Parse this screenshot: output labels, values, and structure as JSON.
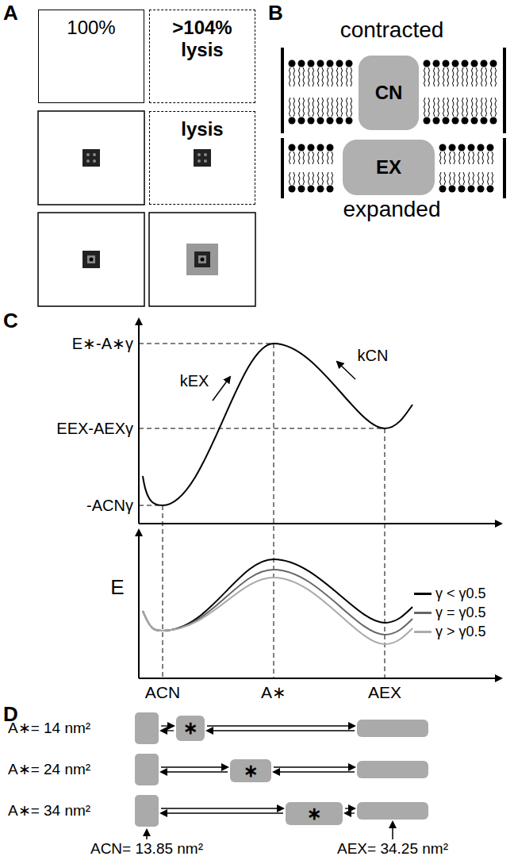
{
  "diagram": {
    "nodes": [
      {
        "text": [
          "100%"
        ]
      },
      {
        "text": [
          ">104%",
          "lysis"
        ]
      },
      {
        "text": [
          "lysis"
        ]
      },
      {
        "text": [
          "CN"
        ]
      },
      {
        "text": [
          "EX"
        ]
      },
      {
        "text": [
          "∗"
        ]
      },
      {
        "text": [
          "∗"
        ]
      },
      {
        "text": [
          "∗"
        ]
      }
    ],
    "labels": [
      "A",
      "B",
      "contracted",
      "expanded",
      "C",
      "E∗-A∗γ",
      "EEX-AEXγ",
      "-ACNγ",
      "kEX",
      "kCN",
      "E",
      "ACN",
      "A∗",
      "AEX",
      "D",
      "A∗= 14 nm²",
      "A∗= 24 nm²",
      "A∗= 34 nm²",
      "ACN= 13.85 nm²",
      "AEX= 34.25 nm²"
    ],
    "legend": [
      {
        "text": "γ < γ0.5",
        "color": "#000000"
      },
      {
        "text": "γ = γ0.5",
        "color": "#666666"
      },
      {
        "text": "γ > γ0.5",
        "color": "#aaaaaa"
      }
    ]
  }
}
